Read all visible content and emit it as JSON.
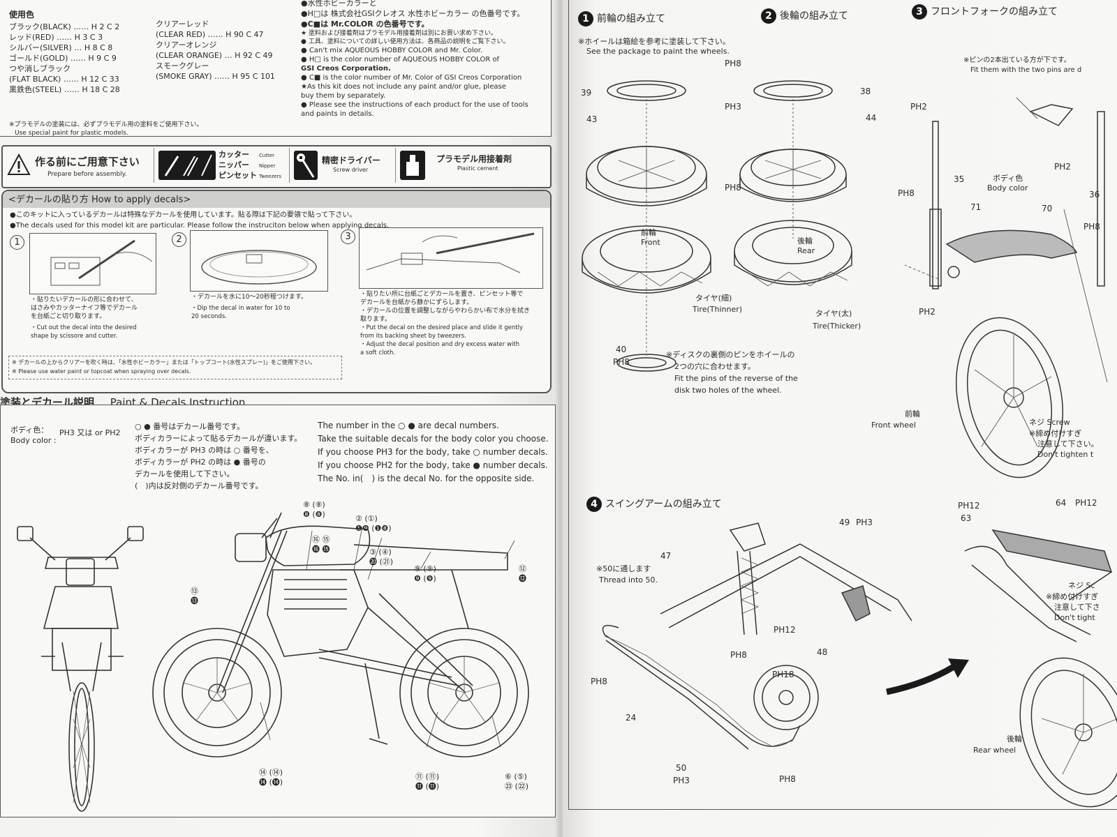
{
  "paint_list": {
    "heading": "使用色",
    "colors_left": [
      {
        "name": "ブラック(BLACK)",
        "codes": "H 2 C 2"
      },
      {
        "name": "レッド(RED)",
        "codes": "H 3 C 3"
      },
      {
        "name": "シルバー(SILVER)",
        "codes": "H 8 C 8"
      },
      {
        "name": "ゴールド(GOLD)",
        "codes": "H 9 C 9"
      },
      {
        "name": "つや消しブラック",
        "codes": ""
      },
      {
        "name": "(FLAT BLACK)",
        "codes": "H 12 C 33"
      },
      {
        "name": "黒鉄色(STEEL)",
        "codes": "H 18 C 28"
      }
    ],
    "colors_right": [
      {
        "name": "クリアーレッド",
        "codes": ""
      },
      {
        "name": "(CLEAR RED)",
        "codes": "H 90 C 47"
      },
      {
        "name": "クリアーオレンジ",
        "codes": ""
      },
      {
        "name": "(CLEAR ORANGE)",
        "codes": "H 92 C 49"
      },
      {
        "name": "スモークグレー",
        "codes": ""
      },
      {
        "name": "(SMOKE GRAY)",
        "codes": "H 95 C 101"
      }
    ],
    "note_jp": "※プラモデルの塗装には、必ずプラモデル用の塗料をご使用下さい。",
    "note_en": "Use special paint for plastic models."
  },
  "paint_notes": [
    "●水性ホビーカラーと",
    "●H□は 株式会社GSIクレオス 水性ホビーカラー の色番号です。",
    "●C■は Mr.COLOR の色番号です。",
    "★ 塗料および接着剤はプラモデル用接着剤は別にお買い求め下さい。",
    "● 工具、塗料についての詳しい使用方法は、各商品の説明をご覧下さい。",
    "● Can't mix AQUEOUS HOBBY COLOR and Mr. Color.",
    "● H□ is the color number of AQUEOUS HOBBY COLOR of",
    "GSI Creos Corporation.",
    "● C■ is the color number of Mr. Color of GSI Creos Corporation",
    "★As this kit does not include any paint and/or glue, please",
    "buy them by separately.",
    "● Please see the instructions of each product for the use of tools",
    "and paints in details."
  ],
  "prepare": {
    "title_jp": "作る前にご用意下さい",
    "title_en": "Prepare before assembly.",
    "tool1_jp": [
      "カッター",
      "ニッパー",
      "ピンセット"
    ],
    "tool1_en": [
      "Cutter",
      "Nipper",
      "Tweezers"
    ],
    "tool2_jp": "精密ドライバー",
    "tool2_en": "Screw driver",
    "tool3_jp": "プラモデル用接着剤",
    "tool3_en": "Plastic cement"
  },
  "decal_howto": {
    "title": "<デカールの貼り方 How to apply decals>",
    "intro_jp": "●このキットに入っているデカールは特殊なデカールを使用しています。貼る際は下記の要領で貼って下さい。",
    "intro_en": "●The decals used for this model kit are particular. Please follow the instruciton below when applying decals.",
    "steps": [
      {
        "num": "1",
        "jp": [
          "・貼りたいデカールの形に合わせて、",
          "はさみやカッターナイフ等でデカール",
          "を台紙ごと切り取ります。"
        ],
        "en": [
          "・Cut out the decal into the desired",
          "shape by scissore and cutter."
        ]
      },
      {
        "num": "2",
        "jp": [
          "・デカールを水に10～20秒程つけます。"
        ],
        "en": [
          "・Dip the decal in water for 10 to",
          "20 seconds."
        ]
      },
      {
        "num": "3",
        "jp": [
          "・貼りたい所に台紙ごとデカールを置き、ピンセット等で",
          "デカールを台紙から静かにずらします。",
          "・デカールの位置を調整しながらやわらかい布で水分を拭き",
          "取ります。"
        ],
        "en": [
          "・Put the decal on the desired place and slide it gently",
          "from its backing sheet by tweezers.",
          "・Adjust the decal position and dry excess water with",
          "a soft cloth."
        ]
      }
    ],
    "footnote_jp": "※ デカールの上からクリアーを吹く時は、「水性ホビーカラー」または「トップコート(水性スプレー)」をご使用下さい。",
    "footnote_en": "※ Please use water paint or topcoat when spraying over decals."
  },
  "paint_decals": {
    "title_jp": "塗装とデカール説明",
    "title_en": "Paint & Decals Instruction",
    "body_color_label_jp": "ボディ色：",
    "body_color_label_en": "Body color :",
    "body_color_value": "PH3 又は or PH2",
    "jp_lines": [
      "○ ● 番号はデカール番号です。",
      "ボディカラーによって貼るデカールが違います。",
      "ボディカラーが PH3 の時は ○ 番号を、",
      "ボディカラーが PH2 の時は ● 番号の",
      "デカールを使用して下さい。",
      "(　)内は反対側のデカール番号です。"
    ],
    "en_lines": [
      "The number in the ○ ● are decal numbers.",
      "Take the suitable decals for the body color you choose.",
      "If you choose PH3 for the body, take ○ number decals.",
      "If you choose PH2 for the body, take ● number decals.",
      "The No. in(　) is the decal No. for the opposite side."
    ],
    "callouts": [
      {
        "top": "⑧ (⑧)",
        "bottom": "❽ (❽)"
      },
      {
        "top": "② (①)",
        "bottom": "❶❾ (❶❽)"
      },
      {
        "top": "⑯ ⑮",
        "bottom": "⓰ ⓯"
      },
      {
        "top": "③ (④)",
        "bottom": "⓴ (㉑)"
      },
      {
        "top": "⑨ (⑨)",
        "bottom": "❾ (❾)"
      },
      {
        "top": "⑫",
        "bottom": "⓬"
      },
      {
        "top": "⑬",
        "bottom": "⓭"
      },
      {
        "top": "⑭ (⑭)",
        "bottom": "⓮ (⓮)"
      },
      {
        "top": "⑪ (⑪)",
        "bottom": "⓫ (⓫)"
      },
      {
        "top": "⑥ (⑤)",
        "bottom": "㉓ (㉒)"
      }
    ]
  },
  "step1": {
    "num": "1",
    "title": "前輪の組み立て",
    "note_jp": "※ホイールは箱絵を参考に塗装して下さい。",
    "note_en": "See the package to paint the wheels.",
    "front_jp": "前輪",
    "front_en": "Front",
    "tire_jp": "タイヤ(細)",
    "tire_en": "Tire(Thinner)",
    "disk_note_jp": [
      "※ディスクの裏側のピンをホイールの",
      "2つの穴に合わせます。"
    ],
    "disk_note_en": [
      "Fit the pins of the reverse of the",
      "disk two holes of the wheel."
    ],
    "parts": [
      "39",
      "43",
      "40",
      "PH3",
      "PH8",
      "PH8",
      "PH8"
    ]
  },
  "step2": {
    "num": "2",
    "title": "後輪の組み立て",
    "rear_jp": "後輪",
    "rear_en": "Rear",
    "tire_jp": "タイヤ(太)",
    "tire_en": "Tire(Thicker)",
    "parts": [
      "38",
      "44"
    ]
  },
  "step3": {
    "num": "3",
    "title": "フロントフォークの組み立て",
    "note_jp": "※ピンの2本出ている方が下です。",
    "note_en": "Fit them with the two pins are d",
    "body_color_jp": "ボディ色",
    "body_color_en": "Body color",
    "front_wheel_jp": "前輪",
    "front_wheel_en": "Front wheel",
    "screw_jp": "ネジ Screw",
    "screw_note": [
      "※締め付けすぎ",
      "注意して下さい。",
      "Don't tighten t"
    ],
    "parts": [
      "PH2",
      "35",
      "PH8",
      "71",
      "70",
      "PH2",
      "36",
      "PH8",
      "PH2"
    ]
  },
  "step4": {
    "num": "4",
    "title": "スイングアームの組み立て",
    "thread_jp": "※50に通します",
    "thread_en": "Thread into 50.",
    "rear_wheel_jp": "後輪",
    "rear_wheel_en": "Rear wheel",
    "screw_jp": "ネジ Sc",
    "screw_note": [
      "※締め付けすぎ",
      "注意して下さ",
      "Don't tight"
    ],
    "parts": [
      "49",
      "PH3",
      "47",
      "PH12",
      "48",
      "PH8",
      "PH18",
      "24",
      "50",
      "PH3",
      "PH8",
      "PH8",
      "PH12",
      "63",
      "64",
      "PH12"
    ]
  }
}
